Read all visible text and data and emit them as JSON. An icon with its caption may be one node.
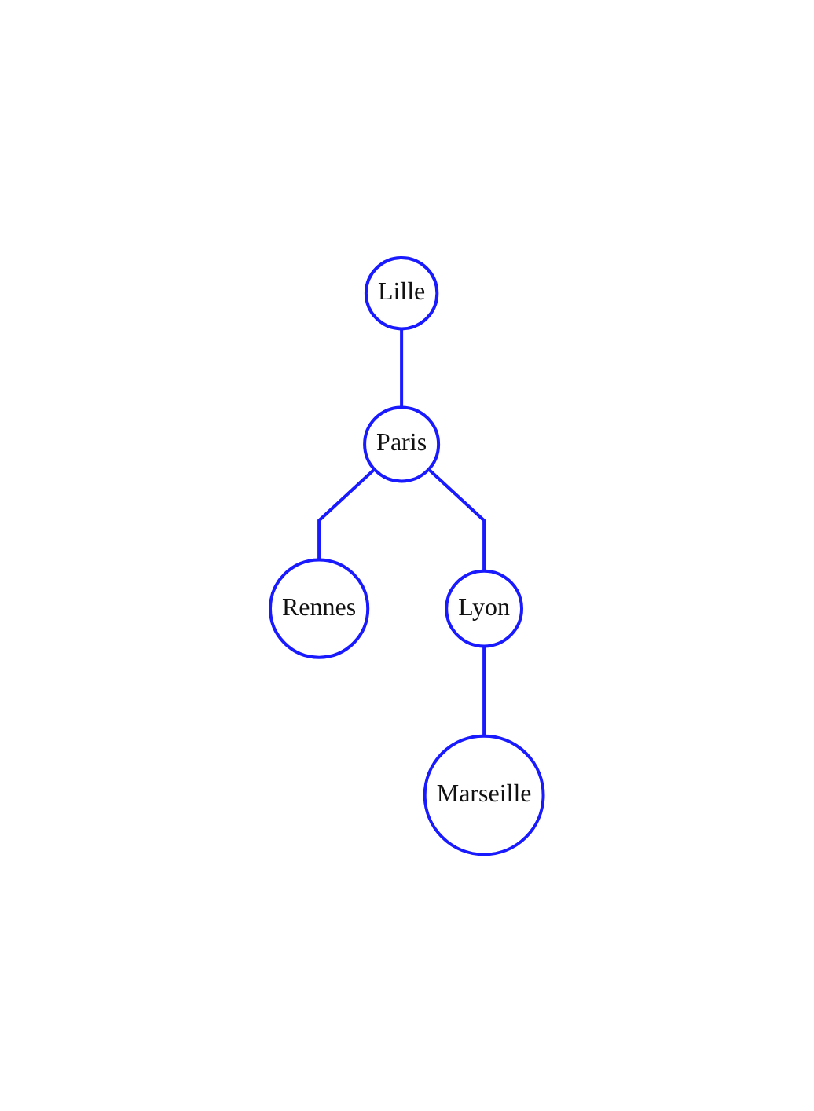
{
  "diagram": {
    "nodes": [
      {
        "text": [
          "Lille"
        ]
      },
      {
        "text": [
          "Paris"
        ]
      },
      {
        "text": [
          "Rennes"
        ]
      },
      {
        "text": [
          "Lyon"
        ]
      },
      {
        "text": [
          "Marseille"
        ]
      }
    ],
    "edges": [
      {
        "from": 0,
        "to": 1,
        "arrow": "none"
      },
      {
        "from": 1,
        "to": 2,
        "arrow": "none"
      },
      {
        "from": 1,
        "to": 3,
        "arrow": "none"
      },
      {
        "from": 3,
        "to": 4,
        "arrow": "none"
      }
    ]
  }
}
